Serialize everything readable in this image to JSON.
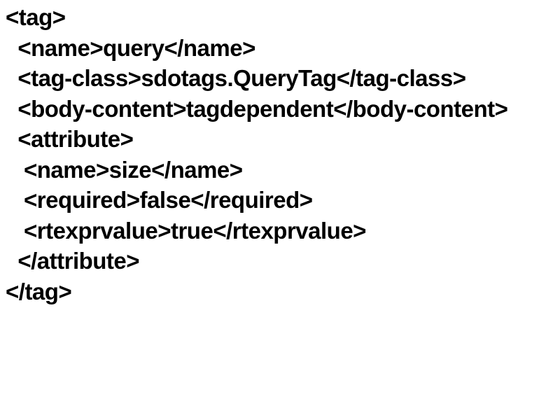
{
  "page": {
    "background_color": "#ffffff",
    "text_color": "#000000"
  },
  "code_block": {
    "lines": [
      "<tag>",
      "  <name>query</name>",
      "  <tag-class>sdotags.QueryTag</tag-class>",
      "  <body-content>tagdependent</body-content>",
      "  <attribute>",
      "   <name>size</name>",
      "   <required>false</required>",
      "   <rtexprvalue>true</rtexprvalue>",
      "  </attribute>",
      "</tag>"
    ]
  }
}
